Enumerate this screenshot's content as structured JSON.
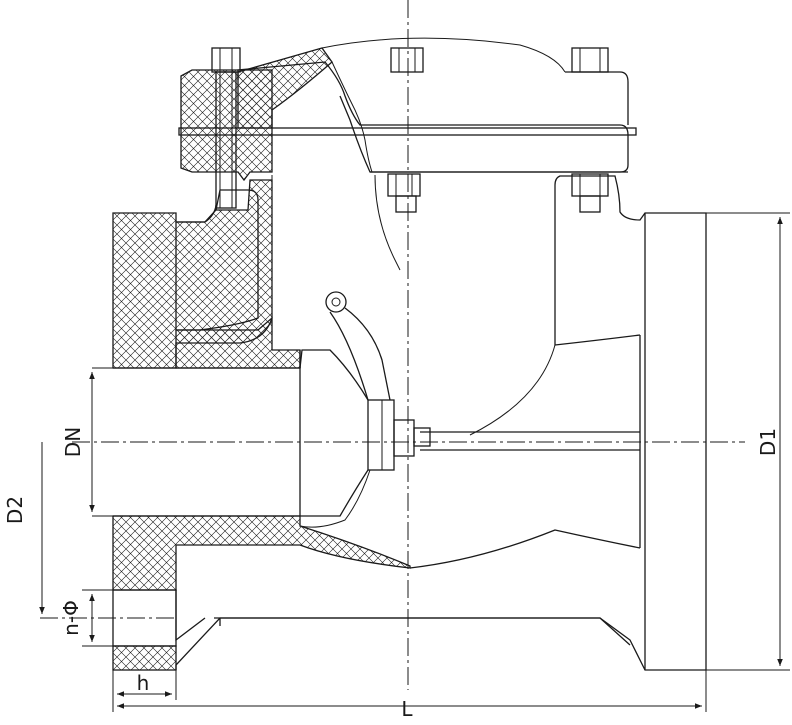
{
  "drawing": {
    "subject": "swing check valve cross-section",
    "line_color": "#1a1a1a",
    "background": "#ffffff"
  },
  "dimensions": {
    "dn": "DN",
    "d1": "D1",
    "d2": "D2",
    "n_phi": "n-Φ",
    "h": "h",
    "l": "L"
  }
}
